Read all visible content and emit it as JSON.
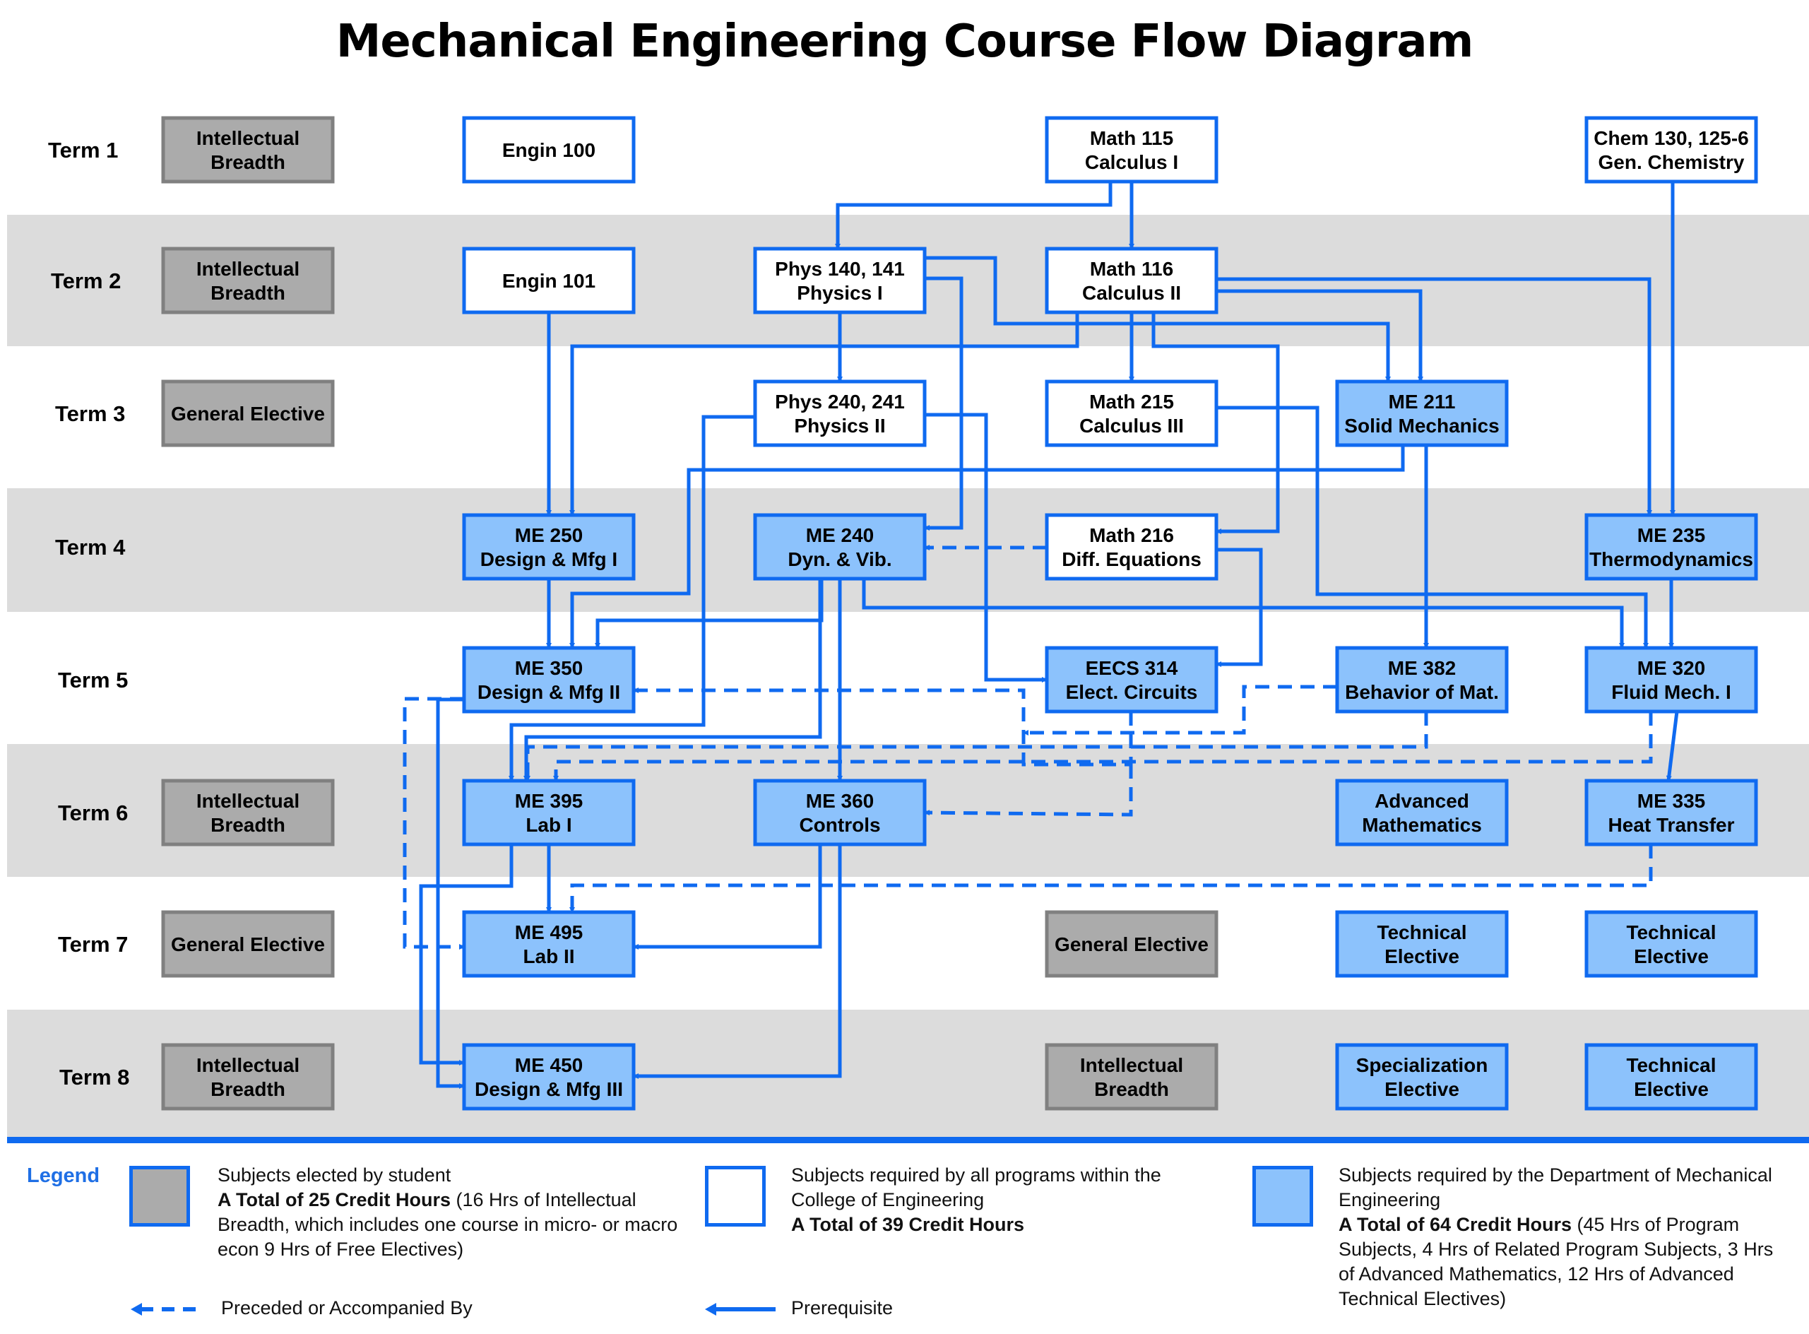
{
  "title": "Mechanical Engineering Course Flow Diagram",
  "colors": {
    "line": "#0f6af0",
    "elected_fill": "#ababab",
    "elected_border": "#808080",
    "college_fill": "#ffffff",
    "dept_fill": "#8cc2fc",
    "band": "#dcdcdc",
    "legend_title": "#1f6fe5"
  },
  "terms": [
    "Term 1",
    "Term 2",
    "Term 3",
    "Term 4",
    "Term 5",
    "Term 6",
    "Term 7",
    "Term 8"
  ],
  "courses": [
    {
      "id": "ib1",
      "term": 1,
      "col": "elect",
      "type": "elected",
      "lines": [
        "Intellectual",
        "Breadth"
      ]
    },
    {
      "id": "engin100",
      "term": 1,
      "col": "c1",
      "type": "college",
      "lines": [
        "Engin 100"
      ]
    },
    {
      "id": "math115",
      "term": 1,
      "col": "c3",
      "type": "college",
      "lines": [
        "Math 115",
        "Calculus I"
      ]
    },
    {
      "id": "chem130",
      "term": 1,
      "col": "c5",
      "type": "college",
      "lines": [
        "Chem 130, 125-6",
        "Gen. Chemistry"
      ]
    },
    {
      "id": "ib2",
      "term": 2,
      "col": "elect",
      "type": "elected",
      "lines": [
        "Intellectual",
        "Breadth"
      ]
    },
    {
      "id": "engin101",
      "term": 2,
      "col": "c1",
      "type": "college",
      "lines": [
        "Engin 101"
      ]
    },
    {
      "id": "phys140",
      "term": 2,
      "col": "c2",
      "type": "college",
      "lines": [
        "Phys 140, 141",
        "Physics I"
      ]
    },
    {
      "id": "math116",
      "term": 2,
      "col": "c3",
      "type": "college",
      "lines": [
        "Math 116",
        "Calculus II"
      ]
    },
    {
      "id": "ge3",
      "term": 3,
      "col": "elect",
      "type": "elected",
      "lines": [
        "General Elective"
      ]
    },
    {
      "id": "phys240",
      "term": 3,
      "col": "c2",
      "type": "college",
      "lines": [
        "Phys 240, 241",
        "Physics II"
      ]
    },
    {
      "id": "math215",
      "term": 3,
      "col": "c3",
      "type": "college",
      "lines": [
        "Math 215",
        "Calculus III"
      ]
    },
    {
      "id": "me211",
      "term": 3,
      "col": "c4",
      "type": "dept",
      "lines": [
        "ME 211",
        "Solid Mechanics"
      ]
    },
    {
      "id": "me250",
      "term": 4,
      "col": "c1",
      "type": "dept",
      "lines": [
        "ME 250",
        "Design & Mfg I"
      ]
    },
    {
      "id": "me240",
      "term": 4,
      "col": "c2",
      "type": "dept",
      "lines": [
        "ME 240",
        "Dyn. & Vib."
      ]
    },
    {
      "id": "math216",
      "term": 4,
      "col": "c3",
      "type": "college",
      "lines": [
        "Math 216",
        "Diff. Equations"
      ]
    },
    {
      "id": "me235",
      "term": 4,
      "col": "c5",
      "type": "dept",
      "lines": [
        "ME 235",
        "Thermodynamics"
      ]
    },
    {
      "id": "me350",
      "term": 5,
      "col": "c1",
      "type": "dept",
      "lines": [
        "ME 350",
        "Design & Mfg II"
      ]
    },
    {
      "id": "eecs314",
      "term": 5,
      "col": "c3",
      "type": "dept",
      "lines": [
        "EECS 314",
        "Elect. Circuits"
      ]
    },
    {
      "id": "me382",
      "term": 5,
      "col": "c4",
      "type": "dept",
      "lines": [
        "ME 382",
        "Behavior of Mat."
      ]
    },
    {
      "id": "me320",
      "term": 5,
      "col": "c5",
      "type": "dept",
      "lines": [
        "ME 320",
        "Fluid Mech. I"
      ]
    },
    {
      "id": "ib6",
      "term": 6,
      "col": "elect",
      "type": "elected",
      "lines": [
        "Intellectual",
        "Breadth"
      ]
    },
    {
      "id": "me395",
      "term": 6,
      "col": "c1",
      "type": "dept",
      "lines": [
        "ME 395",
        "Lab I"
      ]
    },
    {
      "id": "me360",
      "term": 6,
      "col": "c2",
      "type": "dept",
      "lines": [
        "ME 360",
        "Controls"
      ]
    },
    {
      "id": "advmath",
      "term": 6,
      "col": "c4",
      "type": "dept",
      "lines": [
        "Advanced",
        "Mathematics"
      ]
    },
    {
      "id": "me335",
      "term": 6,
      "col": "c5",
      "type": "dept",
      "lines": [
        "ME 335",
        "Heat Transfer"
      ]
    },
    {
      "id": "ge7",
      "term": 7,
      "col": "elect",
      "type": "elected",
      "lines": [
        "General Elective"
      ]
    },
    {
      "id": "me495",
      "term": 7,
      "col": "c1",
      "type": "dept",
      "lines": [
        "ME 495",
        "Lab II"
      ]
    },
    {
      "id": "ge7b",
      "term": 7,
      "col": "c3",
      "type": "elected",
      "lines": [
        "General Elective"
      ]
    },
    {
      "id": "te7a",
      "term": 7,
      "col": "c4",
      "type": "dept",
      "lines": [
        "Technical",
        "Elective"
      ]
    },
    {
      "id": "te7b",
      "term": 7,
      "col": "c5",
      "type": "dept",
      "lines": [
        "Technical",
        "Elective"
      ]
    },
    {
      "id": "ib8",
      "term": 8,
      "col": "elect",
      "type": "elected",
      "lines": [
        "Intellectual",
        "Breadth"
      ]
    },
    {
      "id": "me450",
      "term": 8,
      "col": "c1",
      "type": "dept",
      "lines": [
        "ME 450",
        "Design & Mfg III"
      ]
    },
    {
      "id": "ib8b",
      "term": 8,
      "col": "c3",
      "type": "elected",
      "lines": [
        "Intellectual",
        "Breadth"
      ]
    },
    {
      "id": "spec8",
      "term": 8,
      "col": "c4",
      "type": "dept",
      "lines": [
        "Specialization",
        "Elective"
      ]
    },
    {
      "id": "te8",
      "term": 8,
      "col": "c5",
      "type": "dept",
      "lines": [
        "Technical",
        "Elective"
      ]
    }
  ],
  "prerequisites": [
    [
      "math115",
      "phys140"
    ],
    [
      "math115",
      "math116"
    ],
    [
      "chem130",
      "me235"
    ],
    [
      "engin101",
      "me250"
    ],
    [
      "math116",
      "me250"
    ],
    [
      "phys140",
      "phys240"
    ],
    [
      "math116",
      "math215"
    ],
    [
      "phys140",
      "me211"
    ],
    [
      "math116",
      "me211"
    ],
    [
      "phys140",
      "me240"
    ],
    [
      "math116",
      "me240"
    ],
    [
      "math116",
      "math216"
    ],
    [
      "math116",
      "me235"
    ],
    [
      "me250",
      "me350"
    ],
    [
      "me211",
      "me350"
    ],
    [
      "me240",
      "me350"
    ],
    [
      "phys240",
      "eecs314"
    ],
    [
      "math216",
      "eecs314"
    ],
    [
      "me211",
      "me382"
    ],
    [
      "math215",
      "me320"
    ],
    [
      "me240",
      "me320"
    ],
    [
      "me235",
      "me320"
    ],
    [
      "phys240",
      "me395"
    ],
    [
      "me240",
      "me395"
    ],
    [
      "me240",
      "me360"
    ],
    [
      "me320",
      "me335"
    ],
    [
      "me395",
      "me495"
    ],
    [
      "me360",
      "me495"
    ],
    [
      "me395",
      "me450"
    ],
    [
      "me350",
      "me450"
    ],
    [
      "me360",
      "me450"
    ]
  ],
  "preceded_or_accompanied": [
    [
      "math216",
      "me240"
    ],
    [
      "eecs314",
      "me350"
    ],
    [
      "me382",
      "me395"
    ],
    [
      "me320",
      "me395"
    ],
    [
      "eecs314",
      "me360"
    ],
    [
      "me335",
      "me495"
    ],
    [
      "me350",
      "me495"
    ]
  ],
  "legend": {
    "title": "Legend",
    "elected": {
      "line1": "Subjects elected by student",
      "bold": "A Total of 25 Credit Hours",
      "rest": " (16 Hrs of Intellectual Breadth, which includes one course in micro- or macro econ 9 Hrs of Free Electives)"
    },
    "college": {
      "line1": "Subjects required by all programs within the College of Engineering",
      "bold": "A Total of 39 Credit Hours"
    },
    "dept": {
      "line1": "Subjects required by the Department of Mechanical Engineering",
      "bold": "A Total of 64 Credit Hours",
      "rest": " (45 Hrs of Program Subjects, 4 Hrs of Related Program Subjects, 3 Hrs of Advanced Mathematics, 12 Hrs of Advanced Technical Electives)"
    },
    "dashed_label": "Preceded or Accompanied By",
    "solid_label": "Prerequisite"
  }
}
